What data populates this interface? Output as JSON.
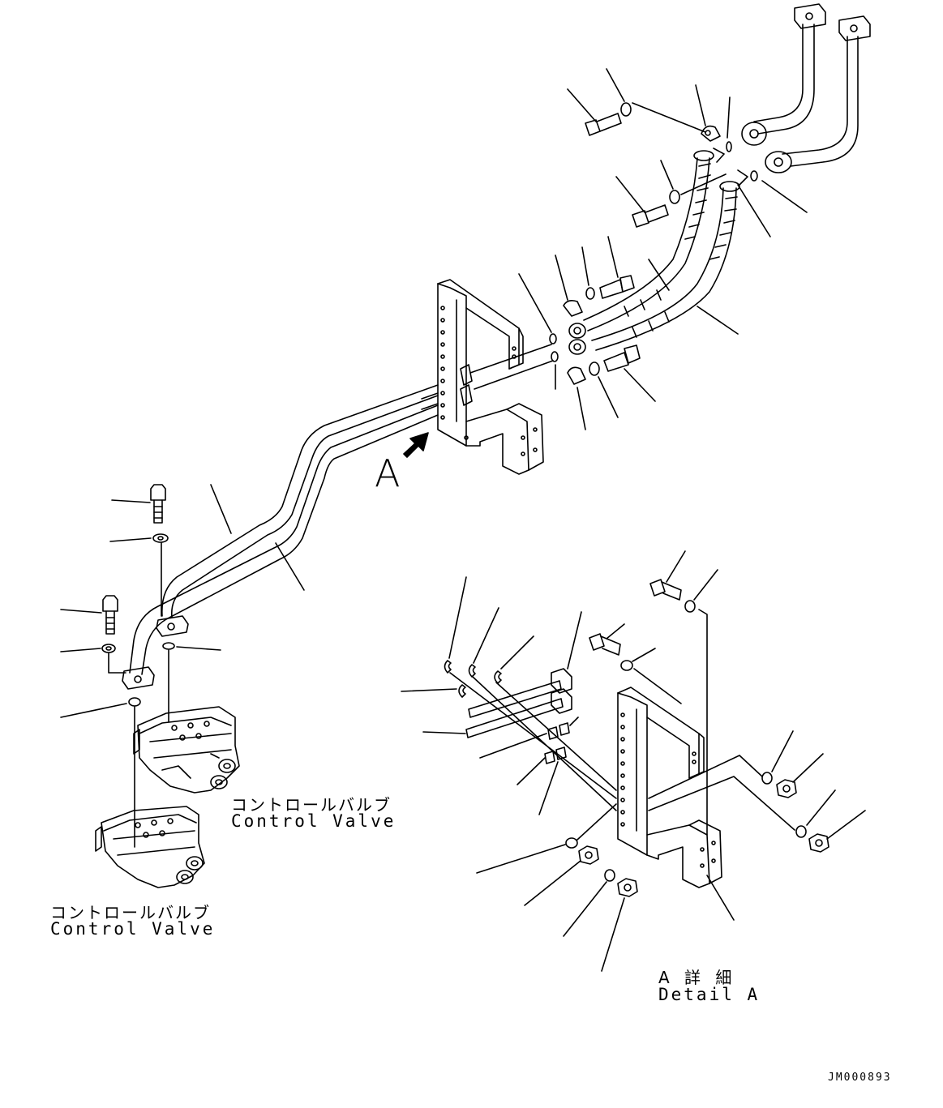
{
  "labels": {
    "view_marker": "A",
    "cv1_ja": "コントロールバルブ",
    "cv1_en": "Control Valve",
    "cv2_ja": "コントロールバルブ",
    "cv2_en": "Control Valve",
    "detail_ja": "A 詳 細",
    "detail_en": "Detail A",
    "drawing_code": "JM000893"
  }
}
